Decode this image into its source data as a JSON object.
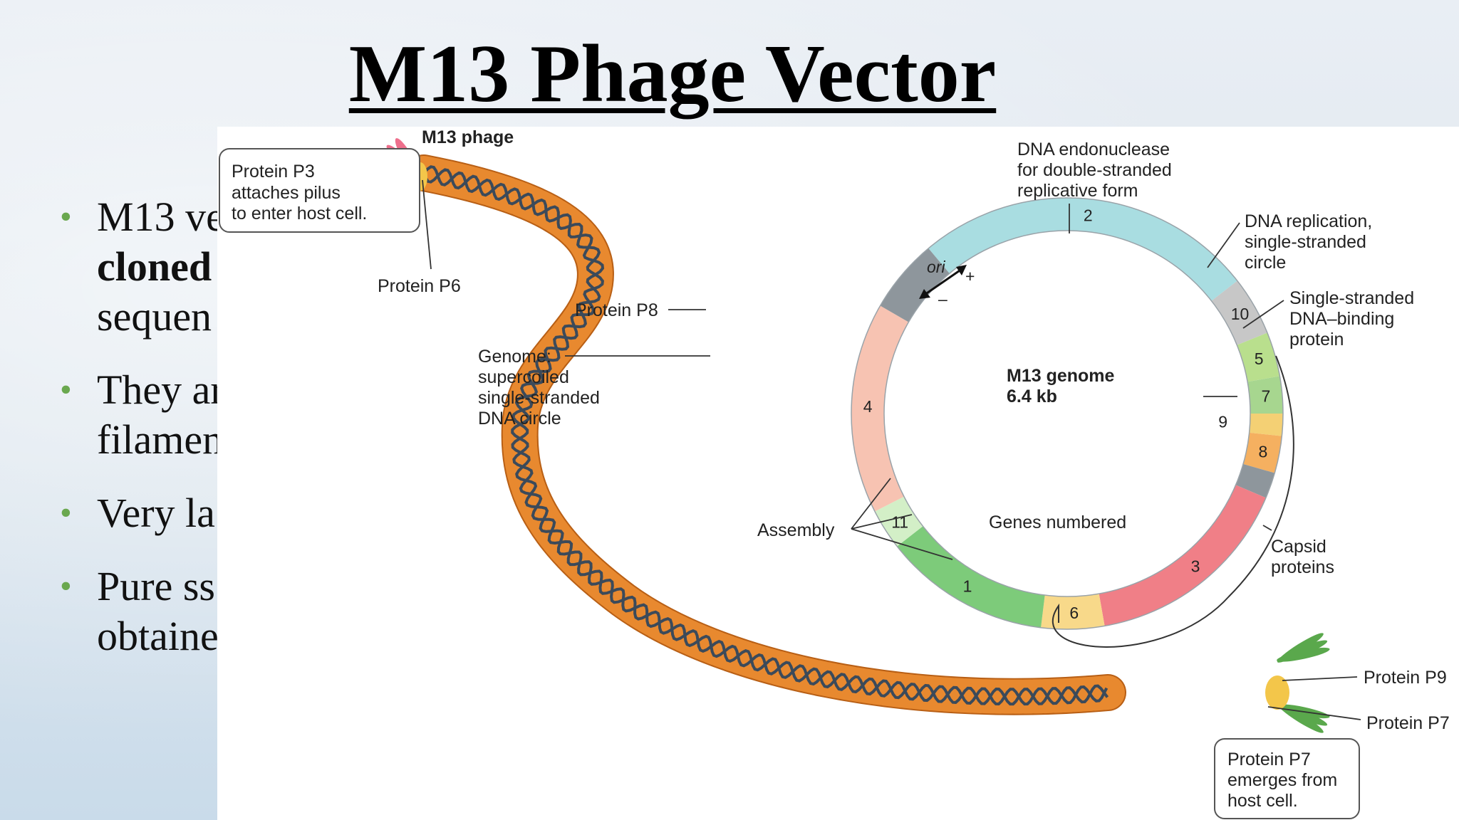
{
  "slide": {
    "title": "M13 Phage Vector",
    "bullets": [
      {
        "lines": [
          {
            "pre": "M13 ve",
            "bold": ""
          },
          {
            "pre": "",
            "bold": "cloned"
          },
          {
            "pre": "sequen",
            "bold": ""
          }
        ]
      },
      {
        "lines": [
          {
            "pre": "They ar",
            "bold": ""
          },
          {
            "pre": "filamen",
            "bold": ""
          }
        ]
      },
      {
        "lines": [
          {
            "pre": "Very la",
            "bold": ""
          }
        ]
      },
      {
        "lines": [
          {
            "pre": "Pure ss",
            "bold": ""
          },
          {
            "pre": "obtaine",
            "bold": ""
          }
        ]
      }
    ]
  },
  "diagram": {
    "phage_heading": "M13 phage",
    "labels": {
      "p3_box": [
        "Protein P3",
        "attaches pilus",
        "to enter host cell."
      ],
      "p6": "Protein P6",
      "p8": "Protein P8",
      "genome": [
        "Genome:",
        "supercoiled",
        "single-stranded",
        "DNA circle"
      ],
      "endonuclease": [
        "DNA endonuclease",
        "for double-stranded",
        "replicative form"
      ],
      "replication": [
        "DNA replication,",
        "single-stranded",
        "circle"
      ],
      "ssb": [
        "Single-stranded",
        "DNA–binding",
        "protein"
      ],
      "genome_center": [
        "M13 genome",
        "6.4 kb"
      ],
      "genes_numbered": "Genes numbered",
      "assembly": "Assembly",
      "capsid": [
        "Capsid",
        "proteins"
      ],
      "p9": "Protein P9",
      "p7": "Protein P7",
      "p7_box": [
        "Protein P7",
        "emerges from",
        "host cell."
      ],
      "ori": "ori",
      "plus": "+",
      "minus": "–"
    },
    "genes": [
      "2",
      "10",
      "5",
      "7",
      "8",
      "9",
      "3",
      "6",
      "1",
      "11",
      "4"
    ],
    "colors": {
      "coat": "#e8892f",
      "coat_dark": "#b85f15",
      "dna": "#3b4a5a",
      "p3": "#ee6f8c",
      "p7p9": "#5aa84c",
      "tip": "#f3c64a",
      "gene2": "#a9dde1",
      "gene10": "#c7c7c7",
      "gene5": "#b9df8d",
      "gene7": "#a7d68f",
      "gene8": "#f5b060",
      "gene9": "#f4d074",
      "gene3": "#f07f87",
      "gene6": "#f8d98a",
      "gene1": "#7dcb7a",
      "gene11": "#d3efc7",
      "gene4": "#f7c3b2",
      "ori": "#8e969c"
    }
  }
}
